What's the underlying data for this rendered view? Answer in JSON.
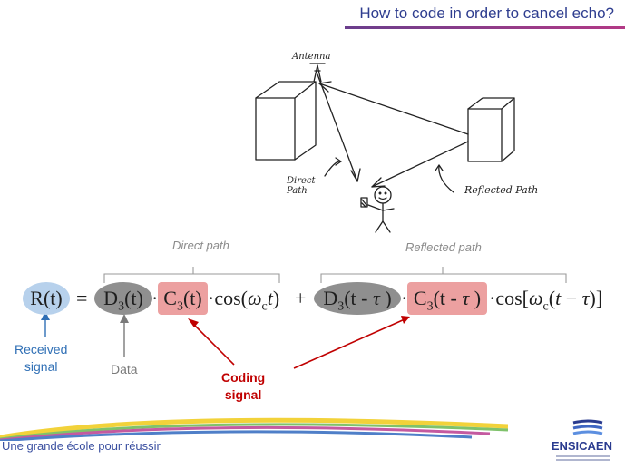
{
  "header": {
    "title": "How to code in order to cancel echo?"
  },
  "sketch": {
    "antenna_label": "Antenna",
    "direct_label": "Direct\nPath",
    "reflected_label": "Reflected Path"
  },
  "equation": {
    "braces": {
      "direct": "Direct path",
      "reflected": "Reflected path"
    },
    "received": "R(t)",
    "equals": "=",
    "direct_data": "D3(t)",
    "direct_code": "C3(t)",
    "direct_carrier": "cos(ωct)",
    "plus": "+",
    "reflected_data": "D3(t - τ)",
    "reflected_code": "C3(t - τ)",
    "reflected_carrier": "cos[ωc(t − τ)]"
  },
  "annotations": {
    "received_signal": "Received\nsignal",
    "data": "Data",
    "coding_signal": "Coding\nsignal"
  },
  "footer": {
    "tagline": "Une grande école pour réussir",
    "logo_text": "ENSICAEN"
  },
  "colors": {
    "title": "#2e3d8f",
    "received_oval": "#b7d1ec",
    "data_oval": "#8f8f8f",
    "code_box": "#eca0a0",
    "coding_arrow": "#c00000",
    "received_arrow": "#2f6fb5"
  }
}
